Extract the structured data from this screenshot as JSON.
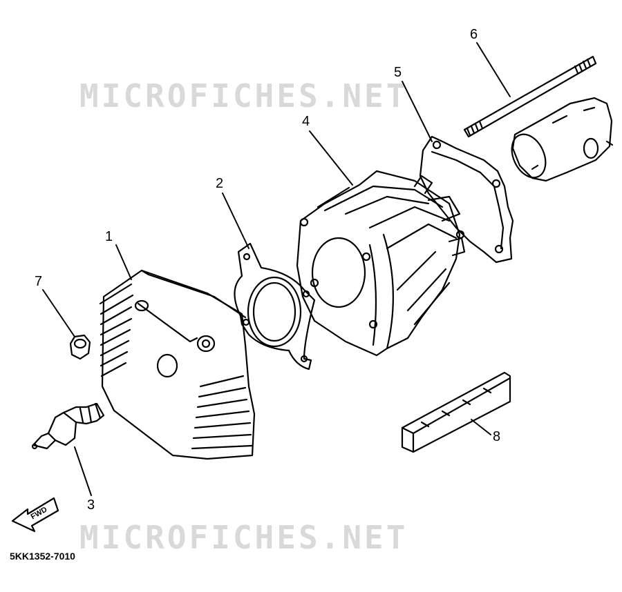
{
  "watermarks": [
    "MICROFICHES.NET",
    "MICROFICHES.NET"
  ],
  "callouts": [
    "1",
    "2",
    "3",
    "4",
    "5",
    "6",
    "7",
    "8"
  ],
  "fwd_label": "FWD",
  "part_code": "5KK1352-7010"
}
